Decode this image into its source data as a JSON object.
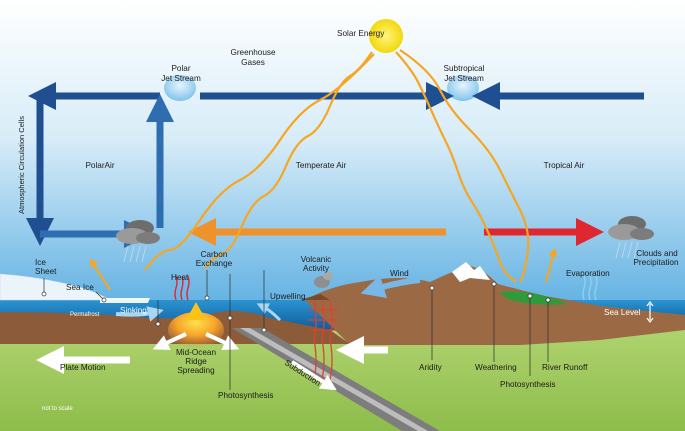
{
  "colors": {
    "polar_blue": "#2f6db1",
    "dark_blue": "#1f4e91",
    "temperate_orange": "#f0922b",
    "tropical_red": "#e0262f",
    "sun_yellow": "#f6e21a",
    "ocean_blue": "#1d7fc0",
    "land_brown": "#9b6a45",
    "grass_green": "#a7cf5a"
  },
  "labels": {
    "solar_energy": "Solar Energy",
    "greenhouse_gases": [
      "Greenhouse",
      "Gases"
    ],
    "polar_jet_stream": [
      "Polar",
      "Jet Stream"
    ],
    "subtropical_jet_stream": [
      "Subtropical",
      "Jet Stream"
    ],
    "atmospheric_cells": "Atmospheric Circulation Cells",
    "polar_air": "PolarAir",
    "temperate_air": "Temperate Air",
    "tropical_air": "Tropical Air",
    "ice_sheet": [
      "Ice",
      "Sheet"
    ],
    "sea_ice": "Sea Ice",
    "permafrost": "Permafrost",
    "sinking": "Sinking",
    "heat": "Heat",
    "carbon_exchange": [
      "Carbon",
      "Exchange"
    ],
    "volcanic_activity": [
      "Volcanic",
      "Activity"
    ],
    "upwelling": "Upwelling",
    "wind": "Wind",
    "evaporation": "Evaporation",
    "clouds_precip": [
      "Clouds and",
      "Precipitation"
    ],
    "sea_level": "Sea Level",
    "mid_ocean_ridge": [
      "Mid-Ocean",
      "Ridge",
      "Spreading"
    ],
    "plate_motion": "Plate Motion",
    "subduction": "Subduction",
    "photosynthesis_ocean": "Photosynthesis",
    "aridity": "Aridity",
    "weathering": "Weathering",
    "river_runoff": "River Runoff",
    "photosynthesis_land": "Photosynthesis",
    "not_to_scale": "not to scale"
  }
}
